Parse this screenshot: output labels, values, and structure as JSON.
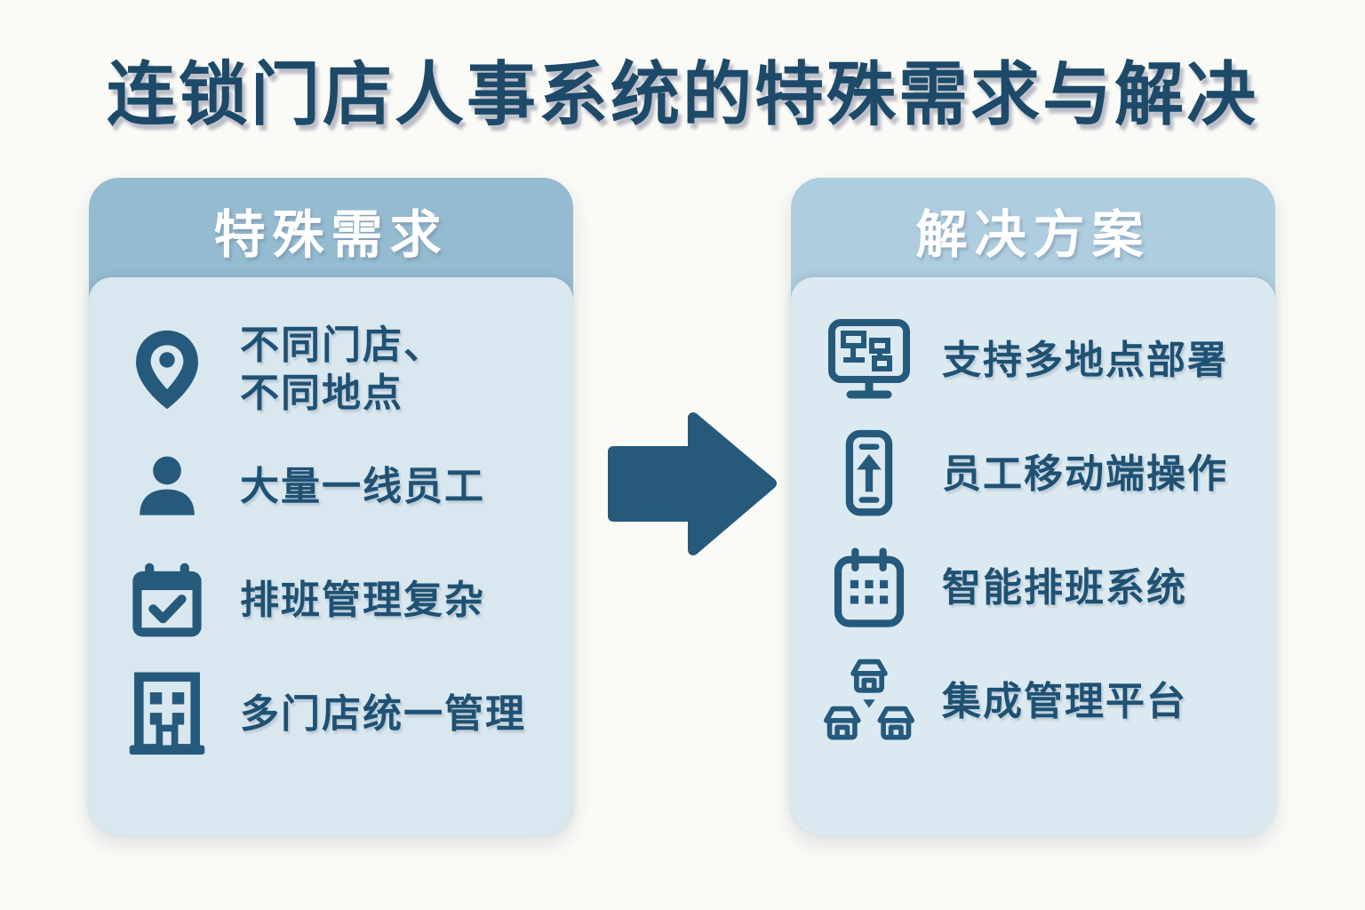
{
  "title": "连锁门店人事系统的特殊需求与解决",
  "colors": {
    "background": "#fafaf6",
    "title_text": "#1d4a69",
    "item_text": "#1f5173",
    "icon_stroke": "#265a7c",
    "left_header_bg": "#95bbd0",
    "right_header_bg": "#aecddf",
    "left_body_bg": "#d9e7ef",
    "right_body_bg": "#dbe9f1",
    "header_text": "#ffffff",
    "arrow_fill": "#27597b"
  },
  "left_panel": {
    "header": "特殊需求",
    "items": [
      {
        "icon": "location-pin-icon",
        "lines": [
          "不同门店、",
          "不同地点"
        ]
      },
      {
        "icon": "person-icon",
        "label": "大量一线员工"
      },
      {
        "icon": "calendar-check-icon",
        "label": "排班管理复杂"
      },
      {
        "icon": "building-icon",
        "label": "多门店统一管理"
      }
    ]
  },
  "right_panel": {
    "header": "解决方案",
    "items": [
      {
        "icon": "monitor-sitemap-icon",
        "label": "支持多地点部署"
      },
      {
        "icon": "phone-upload-icon",
        "label": "员工移动端操作"
      },
      {
        "icon": "calendar-grid-icon",
        "label": "智能排班系统"
      },
      {
        "icon": "store-network-icon",
        "label": "集成管理平台"
      }
    ]
  },
  "arrow": {
    "direction": "right"
  }
}
